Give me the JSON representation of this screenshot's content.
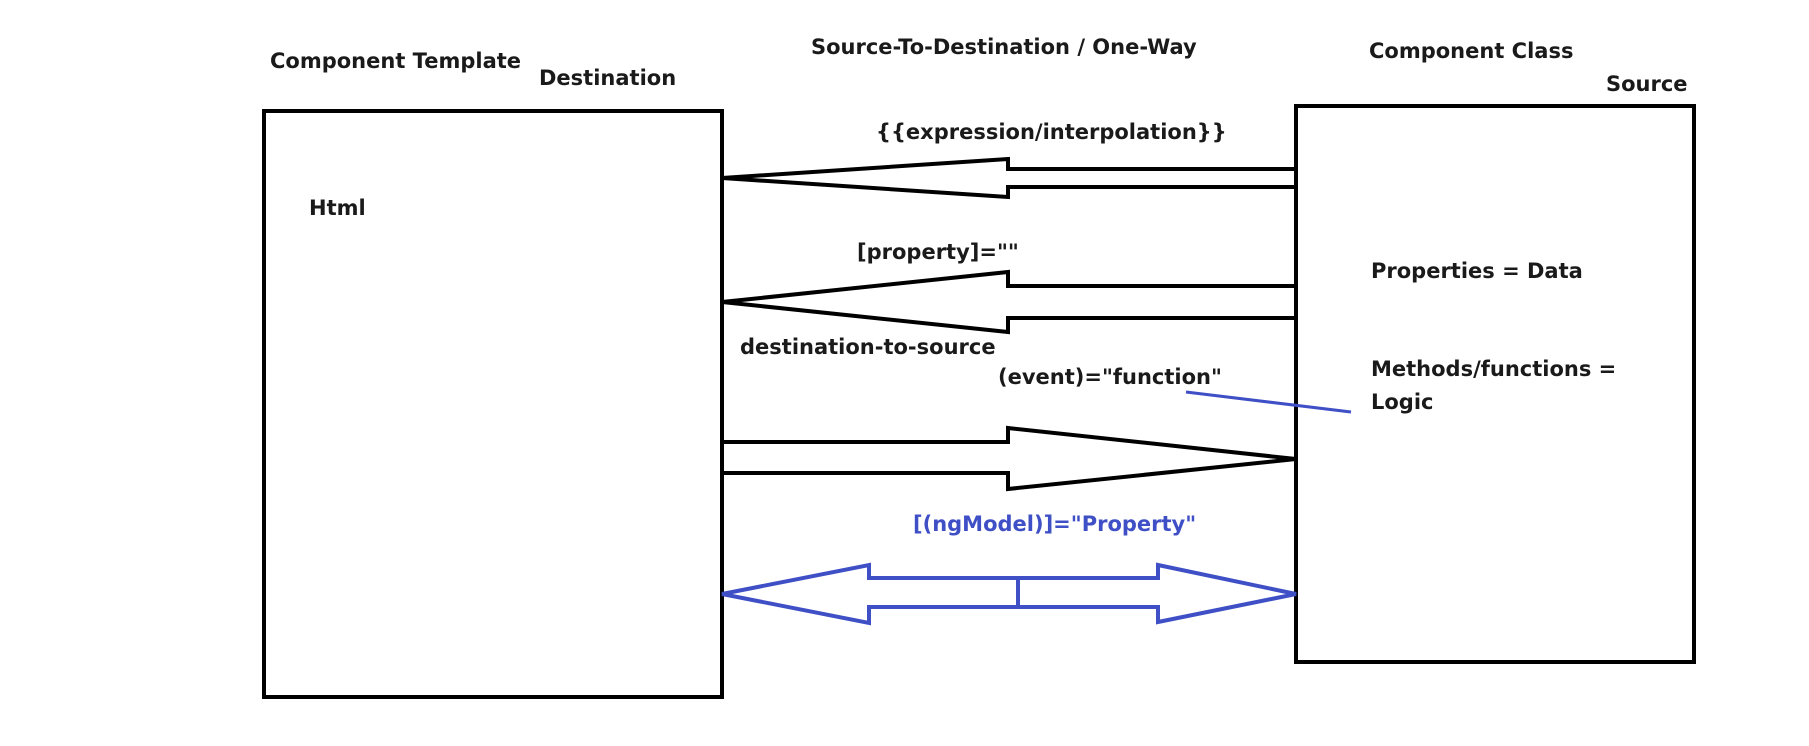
{
  "labels": {
    "component_template": "Component Template",
    "destination": "Destination",
    "title": "Source-To-Destination / One-Way",
    "component_class": "Component Class",
    "source": "Source",
    "interpolation": "{{expression/interpolation}}",
    "html": "Html",
    "property_binding": "[property]=\"\"",
    "properties_data": "Properties = Data",
    "destination_to_source": "destination-to-source",
    "event_binding": "(event)=\"function\"",
    "methods_line1": "Methods/functions =",
    "methods_line2": "Logic",
    "ngmodel": "[(ngModel)]=\"Property\""
  },
  "colors": {
    "stroke": "#000000",
    "accent": "#3f4fc6",
    "text": "#1a1a1a"
  }
}
